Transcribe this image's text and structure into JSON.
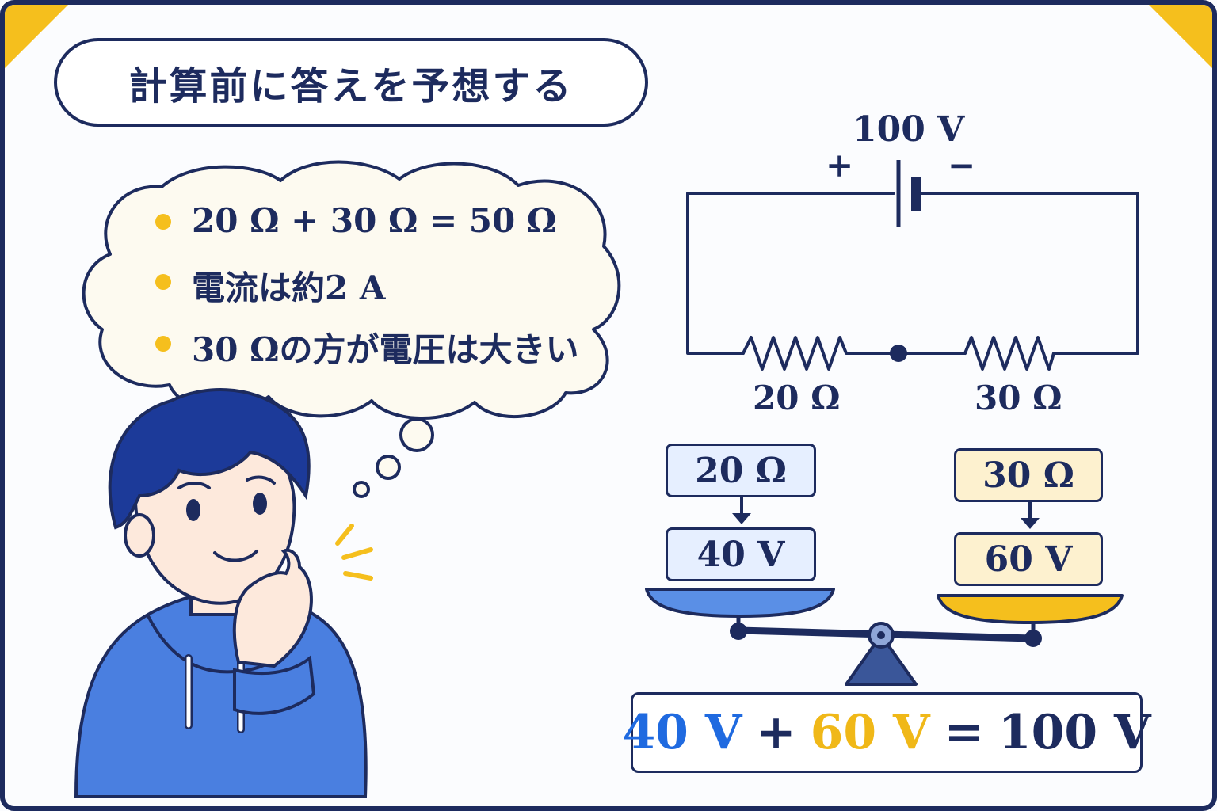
{
  "title": "計算前に答えを予想する",
  "thought_bubble": {
    "lines": [
      {
        "text": "20 Ω + 30 Ω = 50 Ω"
      },
      {
        "text": "電流は約2 A"
      },
      {
        "text": "30 Ωの方が電圧は大きい"
      }
    ]
  },
  "circuit": {
    "voltage": "100 V",
    "plus": "+",
    "minus": "−",
    "r1": "20 Ω",
    "r2": "30 Ω"
  },
  "balance": {
    "left": {
      "resistance": "20 Ω",
      "voltage": "40 V"
    },
    "right": {
      "resistance": "30 Ω",
      "voltage": "60 V"
    }
  },
  "equation": {
    "a": "40 V",
    "plus": "+",
    "b": "60 V",
    "equals": "=",
    "total": "100 V"
  },
  "colors": {
    "navy": "#1d2b5e",
    "blue": "#1f6ae0",
    "yellow": "#f5bf1d",
    "hoodie": "#4a7fe0",
    "hair": "#1c3a99"
  }
}
